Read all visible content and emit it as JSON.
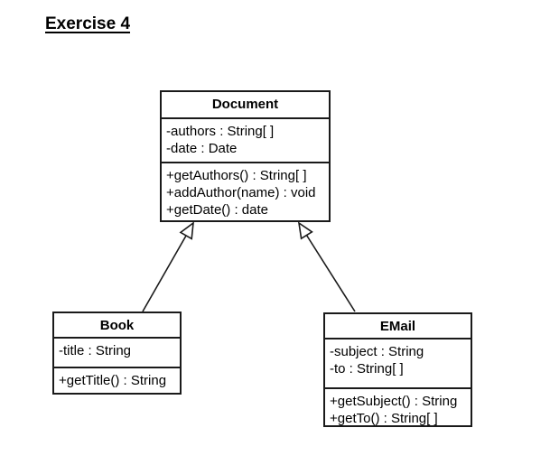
{
  "page": {
    "title": "Exercise 4"
  },
  "diagram": {
    "classes": [
      {
        "id": "document",
        "name": "Document",
        "attributes": [
          "-authors : String[ ]",
          "-date : Date"
        ],
        "methods": [
          "+getAuthors() : String[ ]",
          "+addAuthor(name) : void",
          "+getDate() : date"
        ]
      },
      {
        "id": "book",
        "name": "Book",
        "attributes": [
          "-title : String"
        ],
        "methods": [
          "+getTitle() : String"
        ]
      },
      {
        "id": "email",
        "name": "EMail",
        "attributes": [
          "-subject : String",
          "-to : String[ ]"
        ],
        "methods": [
          "+getSubject() : String",
          "+getTo() : String[ ]"
        ]
      }
    ],
    "relations": [
      {
        "from": "Book",
        "to": "Document",
        "type": "generalization"
      },
      {
        "from": "EMail",
        "to": "Document",
        "type": "generalization"
      }
    ]
  },
  "colors": {
    "line": "#1a1a1a",
    "text": "#000000",
    "background": "#ffffff"
  }
}
